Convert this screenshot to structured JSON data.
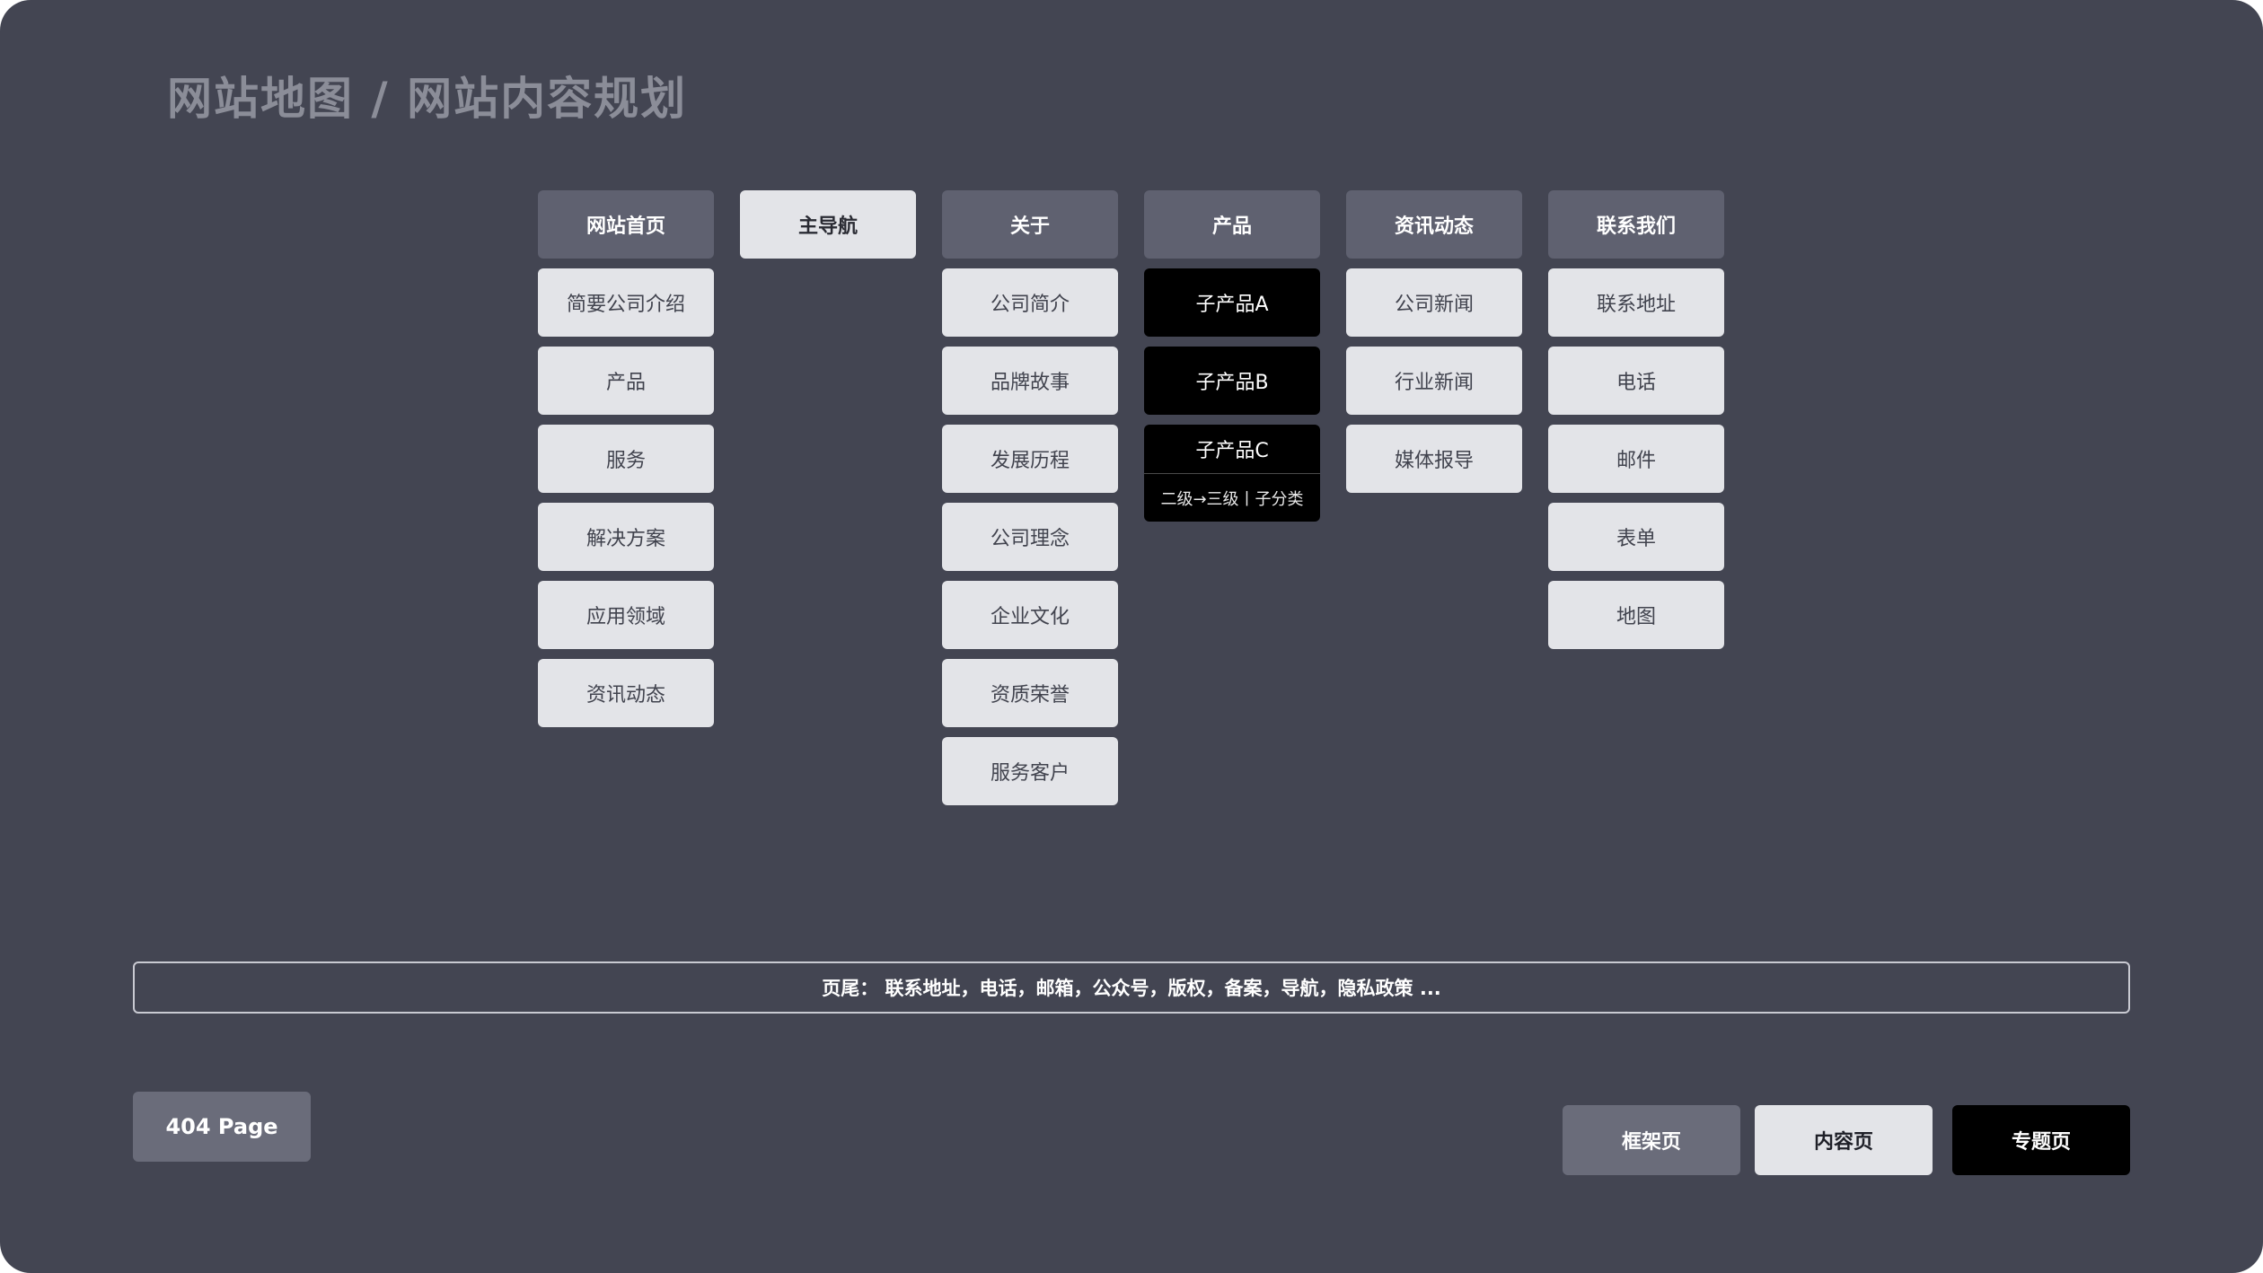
{
  "title": "网站地图 / 网站内容规划",
  "columns": [
    {
      "header": "网站首页",
      "items": [
        "简要公司介绍",
        "产品",
        "服务",
        "解决方案",
        "应用领域",
        "资讯动态"
      ]
    },
    {
      "header": "主导航",
      "items": []
    },
    {
      "header": "关于",
      "items": [
        "公司简介",
        "品牌故事",
        "发展历程",
        "公司理念",
        "企业文化",
        "资质荣誉",
        "服务客户"
      ]
    },
    {
      "header": "产品",
      "items": [
        "子产品A",
        "子产品B",
        "子产品C"
      ],
      "subcategory_note": "二级→三级丨子分类"
    },
    {
      "header": "资讯动态",
      "items": [
        "公司新闻",
        "行业新闻",
        "媒体报导"
      ]
    },
    {
      "header": "联系我们",
      "items": [
        "联系地址",
        "电话",
        "邮件",
        "表单",
        "地图"
      ]
    }
  ],
  "footer": "页尾： 联系地址，电话，邮箱，公众号，版权，备案，导航，隐私政策 ...",
  "page_404": "404 Page",
  "legend": {
    "frame": "框架页",
    "content": "内容页",
    "special": "专题页"
  },
  "colors": {
    "background": "#434552",
    "frame_page": "#5f6170",
    "content_page": "#e3e4e8",
    "special_page": "#000000"
  }
}
